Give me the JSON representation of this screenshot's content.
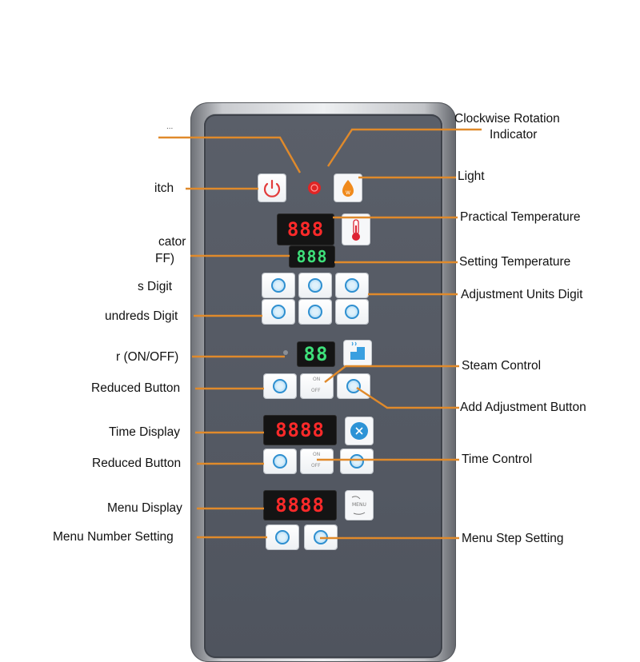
{
  "labels": {
    "clockwise": [
      "Clockwise  Rotation",
      "Indicator"
    ],
    "light": "Light",
    "practical_temp": "Practical Temperature",
    "setting_temp": "Setting Temperature",
    "adjust_units": "Adjustment Units Digit",
    "steam_control": "Steam Control",
    "add_adjust": "Add Adjustment Button",
    "time_control": "Time Control",
    "menu_step": "Menu Step Setting",
    "left_top_cut": "...",
    "power_switch_cut": "itch",
    "indicator_cut": [
      "cator",
      "FF)"
    ],
    "tens_digit_cut": "s Digit",
    "hundreds_digit_cut": "undreds Digit",
    "on_off_cut": "r  (ON/OFF)",
    "reduced_button_1": "Reduced Button",
    "time_display": "Time Display",
    "reduced_button_2": "Reduced Button",
    "menu_display": "Menu Display",
    "menu_number": "Menu Number Setting"
  },
  "displays": {
    "practical_temp": "888",
    "setting_temp": "888",
    "steam": "88",
    "time": "8888",
    "menu": "8888"
  },
  "panel_text": {
    "on_off_top": "ON",
    "on_off_bottom": "OFF",
    "menu_icon": "MENU"
  },
  "colors": {
    "leader": "#e08a2b",
    "panel": "#555a64",
    "ring": "#2e8fd0",
    "red_digit": "#ff2a2a",
    "green_digit": "#3ee07a",
    "power": "#e23b3b",
    "light": "#f08a1c"
  },
  "icons": [
    "power-icon",
    "rotation-indicator-icon",
    "light-bulb-icon",
    "thermometer-icon",
    "steam-icon",
    "timer-icon",
    "menu-icon"
  ]
}
